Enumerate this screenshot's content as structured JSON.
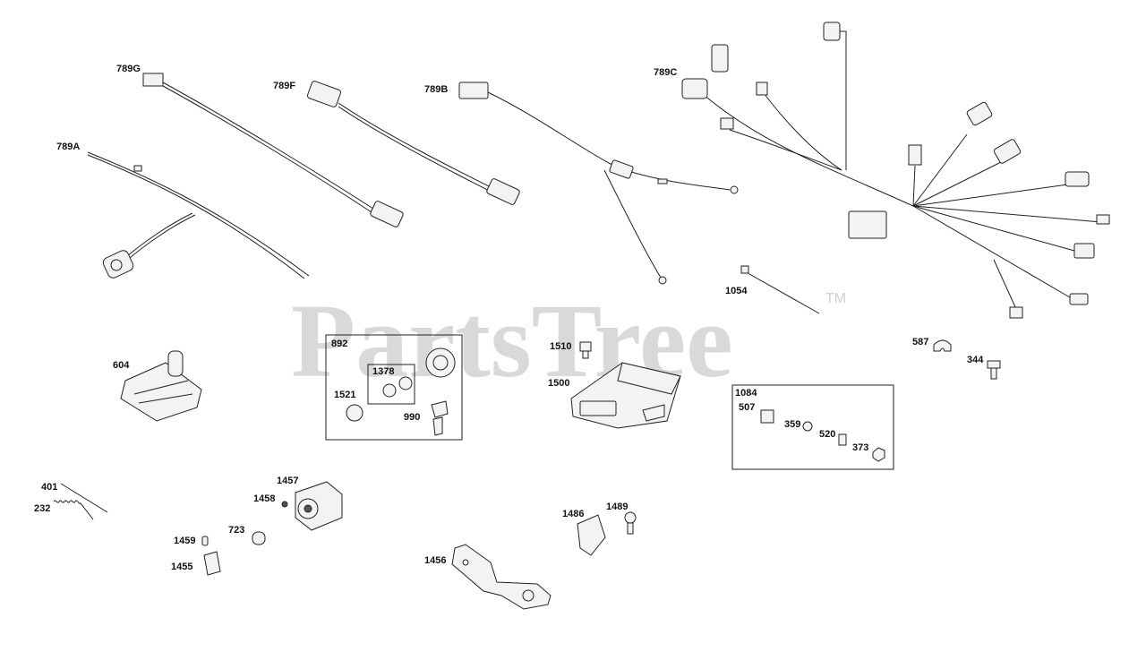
{
  "watermark": {
    "text": "PartsTree",
    "mark": "TM"
  },
  "labels": {
    "p789G": "789G",
    "p789F": "789F",
    "p789B": "789B",
    "p789C": "789C",
    "p789A": "789A",
    "p1054": "1054",
    "p587": "587",
    "p344": "344",
    "p604": "604",
    "p892": "892",
    "p1378": "1378",
    "p1521": "1521",
    "p990": "990",
    "p1510": "1510",
    "p1500": "1500",
    "p1084": "1084",
    "p507": "507",
    "p359": "359",
    "p520": "520",
    "p373": "373",
    "p401": "401",
    "p232": "232",
    "p1457": "1457",
    "p1458": "1458",
    "p723": "723",
    "p1459": "1459",
    "p1455": "1455",
    "p1486": "1486",
    "p1489": "1489",
    "p1456": "1456"
  }
}
